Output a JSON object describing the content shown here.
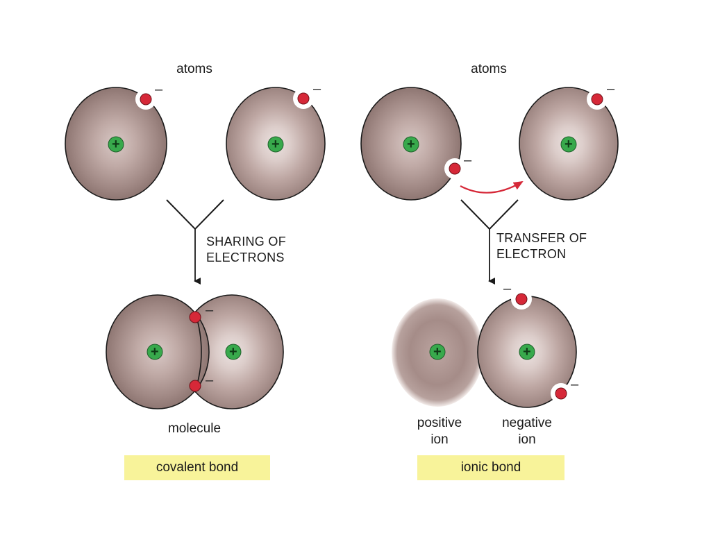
{
  "covalent": {
    "top_label": "atoms",
    "process_line1": "SHARING OF",
    "process_line2": "ELECTRONS",
    "result_label": "molecule",
    "caption": "covalent bond"
  },
  "ionic": {
    "top_label": "atoms",
    "process_line1": "TRANSFER OF",
    "process_line2": "ELECTRON",
    "positive_line1": "positive",
    "positive_line2": "ion",
    "negative_line1": "negative",
    "negative_line2": "ion",
    "caption": "ionic bond"
  },
  "symbols": {
    "nucleus_sign": "+",
    "electron_sign": "–"
  },
  "colors": {
    "atom_edge": "#9c8480",
    "atom_core": "#e9dedb",
    "nucleus": "#38a94c",
    "electron": "#d62838",
    "transfer_arrow": "#d62838",
    "caption_bg": "#f8f39a"
  }
}
